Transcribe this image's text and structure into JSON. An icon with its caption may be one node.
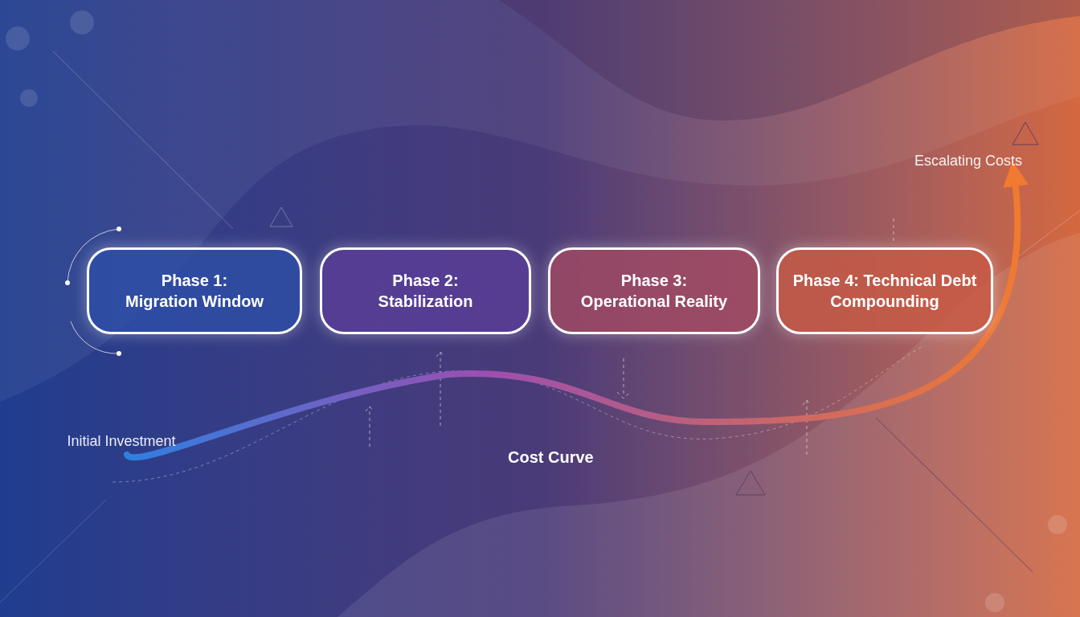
{
  "diagram": {
    "nodes": [
      {
        "text": [
          "Initial Investment"
        ]
      },
      {
        "text": [
          "Phase 1: Migration Window"
        ]
      },
      {
        "text": [
          "Phase 2: Stabilization"
        ]
      },
      {
        "text": [
          "Phase 3: Operational Reality"
        ]
      },
      {
        "text": [
          "Phase 4: Technical Debt Compounding"
        ]
      },
      {
        "text": [
          "Escalating Costs"
        ]
      }
    ],
    "edges": [
      {
        "from": 0,
        "to": 5,
        "arrow": "to"
      }
    ],
    "labels": [
      "Cost Curve"
    ]
  }
}
